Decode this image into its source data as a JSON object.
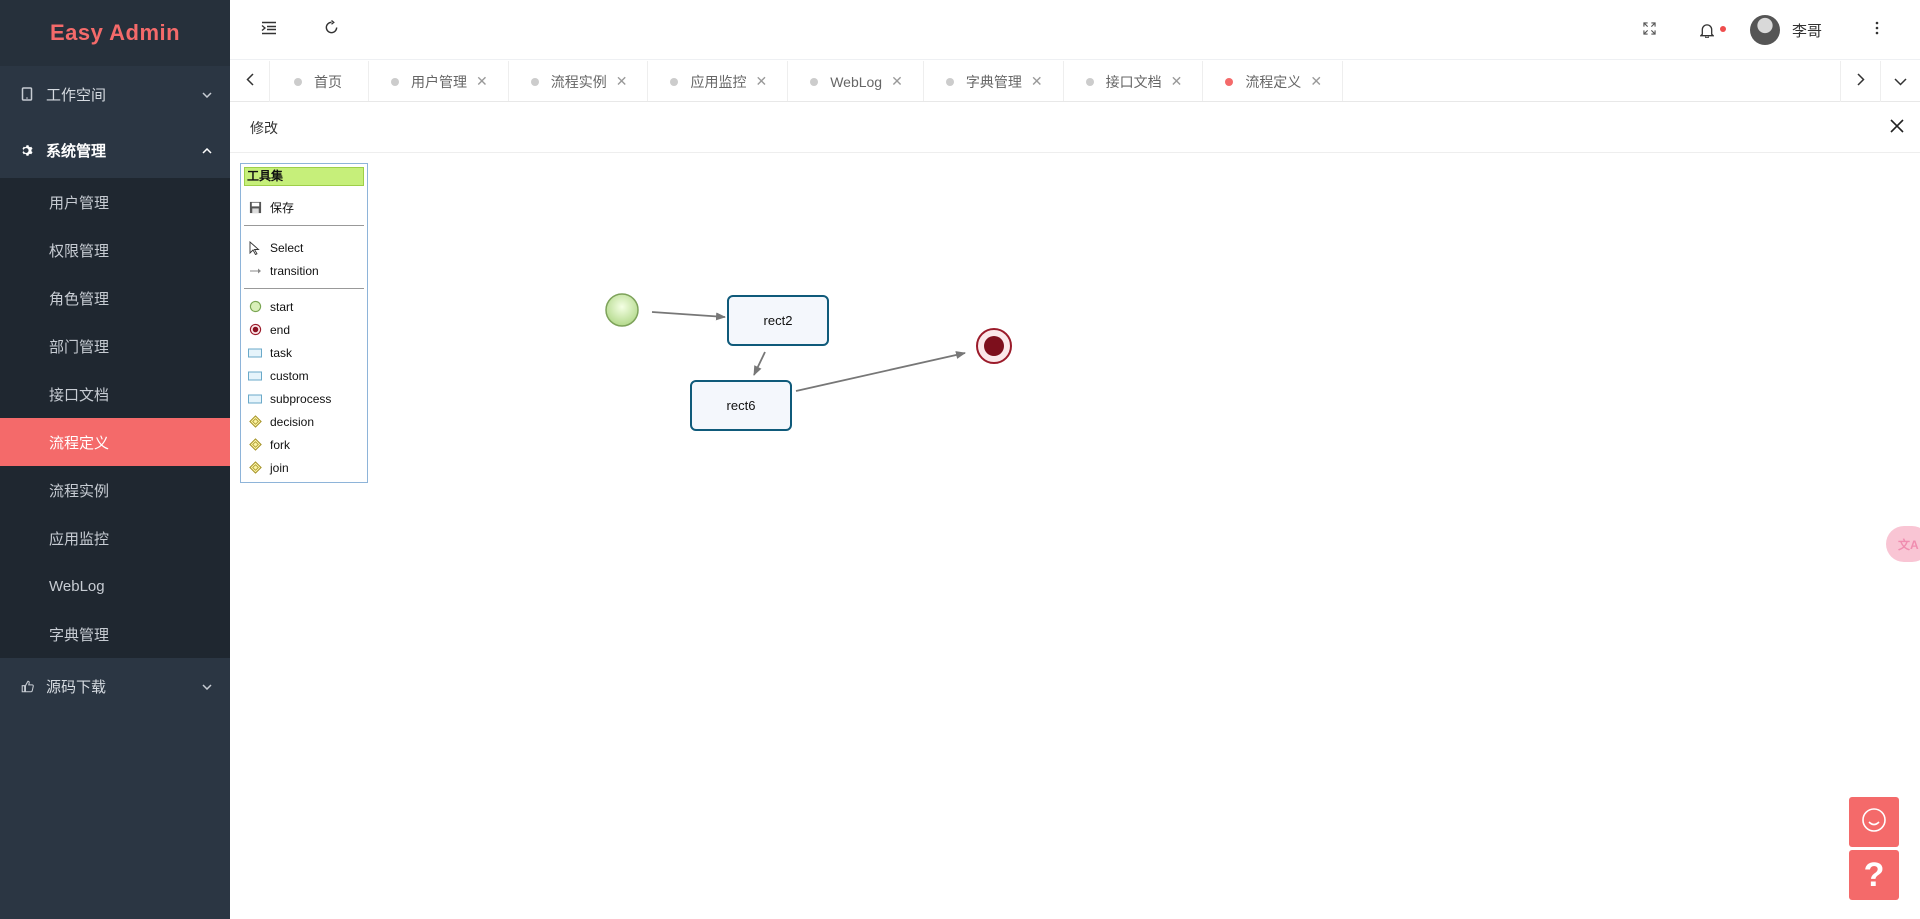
{
  "app": {
    "logo": "Easy Admin"
  },
  "sidebar": {
    "groups": [
      {
        "label": "工作空间",
        "icon": "tablet-icon",
        "expanded": false
      },
      {
        "label": "系统管理",
        "icon": "gear-icon",
        "expanded": true,
        "items": [
          "用户管理",
          "权限管理",
          "角色管理",
          "部门管理",
          "接口文档",
          "流程定义",
          "流程实例",
          "应用监控",
          "WebLog",
          "字典管理"
        ],
        "active_item": "流程定义"
      },
      {
        "label": "源码下载",
        "icon": "thumbs-up-icon",
        "expanded": false
      }
    ]
  },
  "header": {
    "username": "李哥",
    "notification_dot_color": "#ef4d4d"
  },
  "tabs": [
    {
      "label": "首页",
      "closable": false
    },
    {
      "label": "用户管理",
      "closable": true
    },
    {
      "label": "流程实例",
      "closable": true
    },
    {
      "label": "应用监控",
      "closable": true
    },
    {
      "label": "WebLog",
      "closable": true
    },
    {
      "label": "字典管理",
      "closable": true
    },
    {
      "label": "接口文档",
      "closable": true
    },
    {
      "label": "流程定义",
      "closable": true,
      "active": true
    }
  ],
  "dialog": {
    "title": "修改"
  },
  "toolbox": {
    "title": "工具集",
    "save": "保存",
    "tools": [
      "Select",
      "transition"
    ],
    "nodes": [
      "start",
      "end",
      "task",
      "custom",
      "subprocess",
      "decision",
      "fork",
      "join"
    ]
  },
  "diagram": {
    "nodes": [
      {
        "id": "start",
        "type": "start"
      },
      {
        "id": "rect2",
        "type": "task",
        "label": "rect2"
      },
      {
        "id": "rect6",
        "type": "task",
        "label": "rect6"
      },
      {
        "id": "end",
        "type": "end"
      }
    ],
    "edges": [
      {
        "from": "start",
        "to": "rect2"
      },
      {
        "from": "rect2",
        "to": "rect6"
      },
      {
        "from": "rect6",
        "to": "end"
      }
    ]
  },
  "colors": {
    "accent": "#f46a6a",
    "sidebar_bg": "#2b3643",
    "toolbox_title_bg": "#c6ef7a",
    "node_border": "#0f5a7a"
  },
  "floating": {
    "translate_label": "文A",
    "help_label": "?"
  }
}
